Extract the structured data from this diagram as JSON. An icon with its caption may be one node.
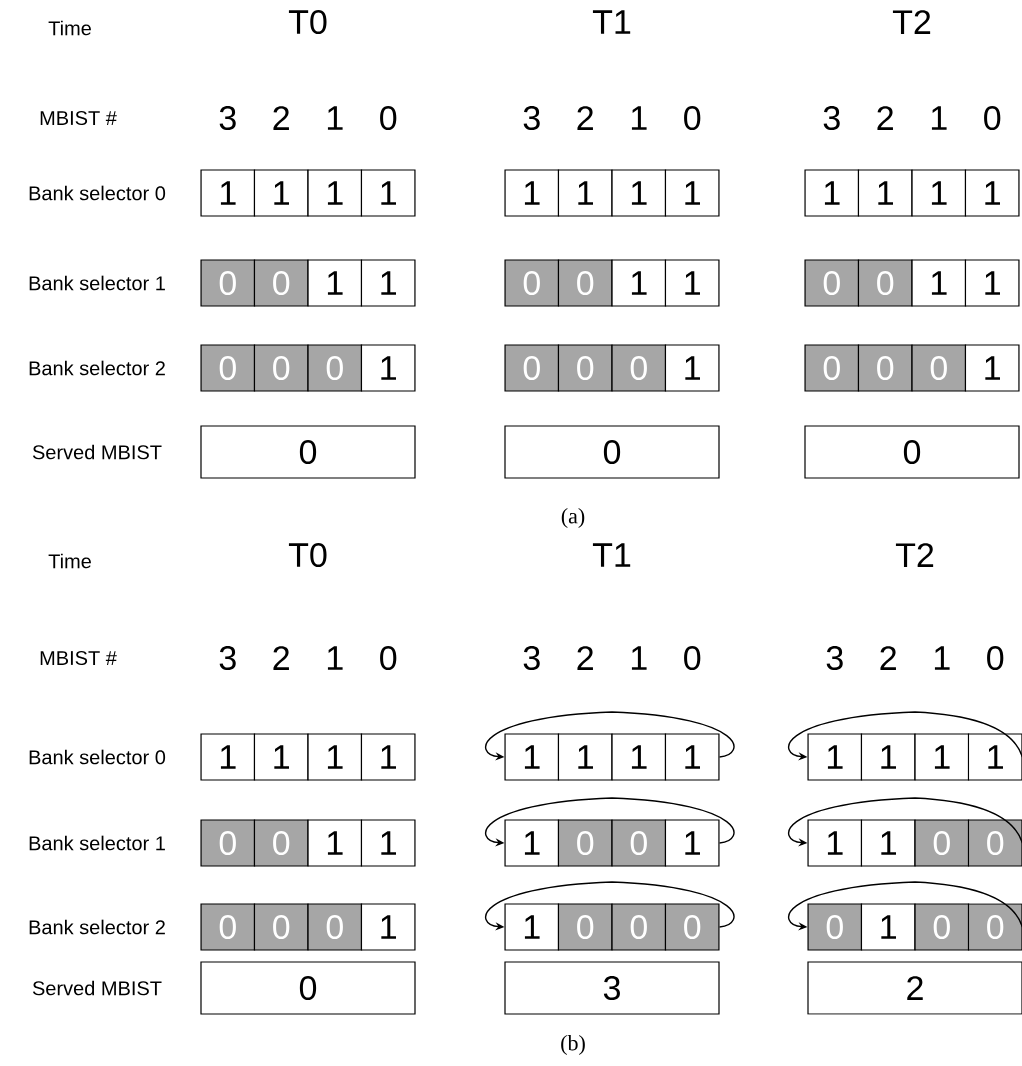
{
  "diagram": {
    "nodes": [
      {
        "text": [
          "1"
        ]
      },
      {
        "text": [
          "1"
        ]
      },
      {
        "text": [
          "1"
        ]
      },
      {
        "text": [
          "1"
        ]
      },
      {
        "text": [
          "1"
        ]
      },
      {
        "text": [
          "1"
        ]
      },
      {
        "text": [
          "1"
        ]
      },
      {
        "text": [
          "1"
        ]
      },
      {
        "text": [
          "1"
        ]
      },
      {
        "text": [
          "1"
        ]
      },
      {
        "text": [
          "1"
        ]
      },
      {
        "text": [
          "1"
        ]
      },
      {
        "text": [
          "0"
        ]
      },
      {
        "text": [
          "0"
        ]
      },
      {
        "text": [
          "1"
        ]
      },
      {
        "text": [
          "1"
        ]
      },
      {
        "text": [
          "0"
        ]
      },
      {
        "text": [
          "0"
        ]
      },
      {
        "text": [
          "1"
        ]
      },
      {
        "text": [
          "1"
        ]
      },
      {
        "text": [
          "0"
        ]
      },
      {
        "text": [
          "0"
        ]
      },
      {
        "text": [
          "1"
        ]
      },
      {
        "text": [
          "1"
        ]
      },
      {
        "text": [
          "0"
        ]
      },
      {
        "text": [
          "0"
        ]
      },
      {
        "text": [
          "0"
        ]
      },
      {
        "text": [
          "1"
        ]
      },
      {
        "text": [
          "0"
        ]
      },
      {
        "text": [
          "0"
        ]
      },
      {
        "text": [
          "0"
        ]
      },
      {
        "text": [
          "1"
        ]
      },
      {
        "text": [
          "0"
        ]
      },
      {
        "text": [
          "0"
        ]
      },
      {
        "text": [
          "0"
        ]
      },
      {
        "text": [
          "1"
        ]
      },
      {
        "text": [
          "0"
        ]
      },
      {
        "text": [
          "0"
        ]
      },
      {
        "text": [
          "0"
        ]
      },
      {
        "text": [
          "1"
        ]
      },
      {
        "text": [
          "1"
        ]
      },
      {
        "text": [
          "1"
        ]
      },
      {
        "text": [
          "1"
        ]
      },
      {
        "text": [
          "1"
        ]
      },
      {
        "text": [
          "1"
        ]
      },
      {
        "text": [
          "1"
        ]
      },
      {
        "text": [
          "1"
        ]
      },
      {
        "text": [
          "1"
        ]
      },
      {
        "text": [
          "1"
        ]
      },
      {
        "text": [
          "1"
        ]
      },
      {
        "text": [
          "1"
        ]
      },
      {
        "text": [
          "0"
        ]
      },
      {
        "text": [
          "0"
        ]
      },
      {
        "text": [
          "1"
        ]
      },
      {
        "text": [
          "1"
        ]
      },
      {
        "text": [
          "1"
        ]
      },
      {
        "text": [
          "0"
        ]
      },
      {
        "text": [
          "0"
        ]
      },
      {
        "text": [
          "1"
        ]
      },
      {
        "text": [
          "1"
        ]
      },
      {
        "text": [
          "1"
        ]
      },
      {
        "text": [
          "0"
        ]
      },
      {
        "text": [
          "0"
        ]
      },
      {
        "text": [
          "0"
        ]
      },
      {
        "text": [
          "0"
        ]
      },
      {
        "text": [
          "0"
        ]
      },
      {
        "text": [
          "1"
        ]
      },
      {
        "text": [
          "1"
        ]
      },
      {
        "text": [
          "0"
        ]
      },
      {
        "text": [
          "0"
        ]
      },
      {
        "text": [
          "0"
        ]
      },
      {
        "text": [
          "0"
        ]
      },
      {
        "text": [
          "1"
        ]
      },
      {
        "text": [
          "0"
        ]
      },
      {
        "text": [
          "0"
        ]
      },
      {
        "text": [
          "0"
        ]
      },
      {
        "text": [
          "3"
        ]
      },
      {
        "text": [
          "2"
        ]
      }
    ],
    "edges": [
      {
        "from": 46,
        "to": 43,
        "arrow": "to"
      },
      {
        "from": 50,
        "to": 47,
        "arrow": "to"
      },
      {
        "from": 58,
        "to": 55,
        "arrow": "to"
      },
      {
        "from": 62,
        "to": 59,
        "arrow": "to"
      },
      {
        "from": 70,
        "to": 67,
        "arrow": "to"
      },
      {
        "from": 74,
        "to": 71,
        "arrow": "to"
      }
    ],
    "labels": [
      "Time",
      "T0",
      "T1",
      "T2",
      "MBIST #",
      "3",
      "2",
      "1",
      "0",
      "3",
      "2",
      "1",
      "0",
      "3",
      "2",
      "1",
      "0",
      "Bank selector 0",
      "Bank selector 1",
      "Bank selector 2",
      "Served MBIST",
      "(a)",
      "Time",
      "T0",
      "T1",
      "T2",
      "MBIST #",
      "3",
      "2",
      "1",
      "0",
      "3",
      "2",
      "1",
      "0",
      "3",
      "2",
      "1",
      "0",
      "Bank selector 0",
      "Bank selector 1",
      "Bank selector 2",
      "Served MBIST",
      "(b)"
    ]
  }
}
